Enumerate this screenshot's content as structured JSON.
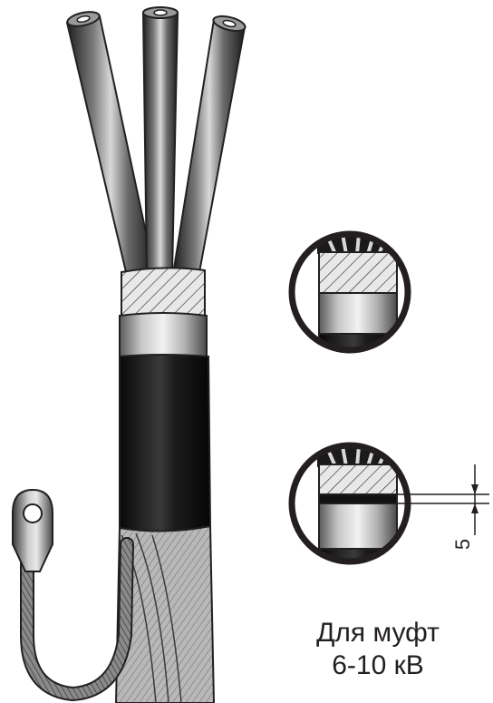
{
  "caption": {
    "line1": "Для муфт",
    "line2": "6-10 кВ"
  },
  "dimension": {
    "value": "5"
  },
  "colors": {
    "outline": "#231f20",
    "background": "#ffffff",
    "dark_sleeve": "#1a1a1a",
    "metal_light": "#e6e6e6",
    "metal_mid": "#9a9a9a"
  }
}
